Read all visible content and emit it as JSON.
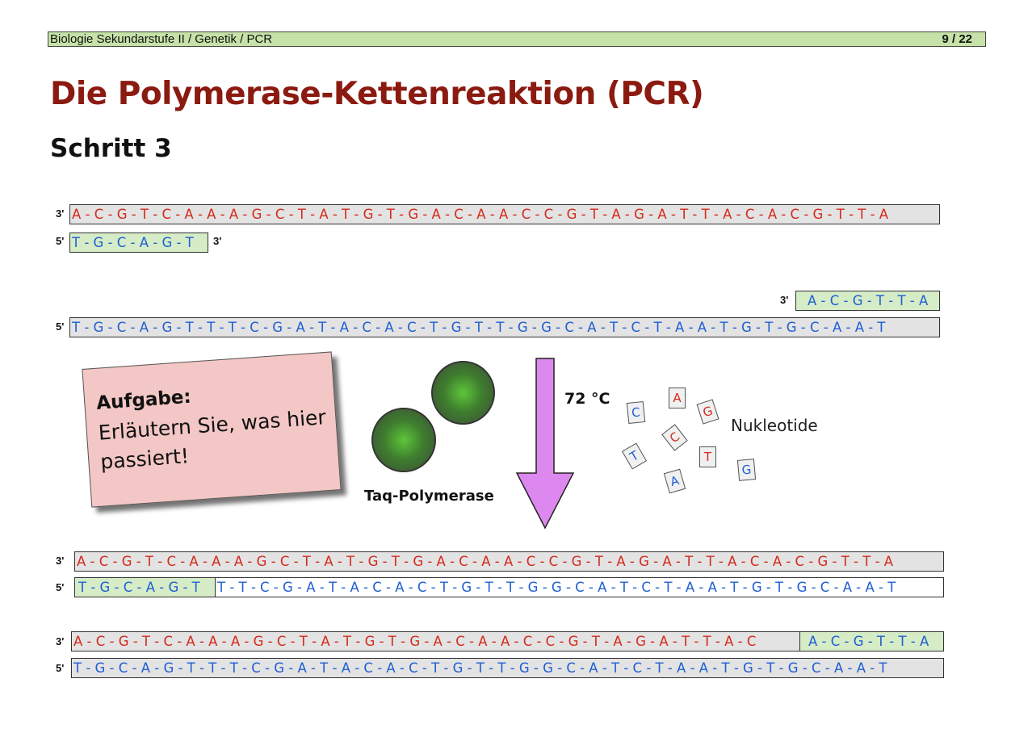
{
  "header": {
    "course": "Biologie Sekundarstufe II / Genetik / PCR",
    "page": "9 / 22"
  },
  "title": "Die Polymerase-Kettenreaktion (PCR)",
  "subtitle": "Schritt 3",
  "ends": {
    "three": "3'",
    "five": "5'"
  },
  "strands": {
    "s1_template": "A - C - G - T - C - A - A - A - G - C - T - A - T - G - T - G - A - C - A - A - C - C - G - T - A - G - A - T - T - A - C - A - C - G - T - T - A",
    "s1_primer": "T - G - C - A - G - T",
    "s2_primer": "A - C - G - T - T - A",
    "s2_template": "T - G - C - A - G - T - T - T - C - G - A - T - A - C - A - C - T - G - T - T - G - G - C - A - T - C - T - A - A - T - G - T - G - C - A - A - T",
    "r1_top": "A - C - G - T - C - A - A - A - G - C - T - A - T - G - T - G - A - C - A - A - C - C - G - T - A - G - A - T - T - A - C - A - C - G - T - T - A",
    "r1_primer": "T - G - C - A - G - T",
    "r1_new": "T - T - C - G - A - T - A - C - A - C - T - G - T - T - G - G - C - A - T - C - T - A - A - T - G - T - G - C - A - A - T",
    "r2_new": "A - C - G - T - C - A - A - A - G - C - T - A - T - G - T - G - A - C - A - A - C - C - G - T - A - G - A - T - T - A - C",
    "r2_primer": "A - C - G - T - T - A",
    "r2_bottom": "T - G - C - A - G - T - T - T - C - G - A - T - A - C - A - C - T - G - T - T - G - G - C - A - T - C - T - A - A - T - G - T - G - C - A - A - T"
  },
  "task": {
    "heading": "Aufgabe:",
    "text": "Erläutern Sie, was hier passiert!"
  },
  "temperature": "72 °C",
  "enzyme_label": "Taq-Polymerase",
  "nucleotides_label": "Nukleotide",
  "nucleotides": [
    "C",
    "A",
    "G",
    "C",
    "T",
    "T",
    "A",
    "G"
  ],
  "colors": {
    "red_base": "#d42a1c",
    "blue_base": "#1f5fd3",
    "arrow": "#dd88ee",
    "header_bg": "#c6e2a8",
    "title": "#8b1a10"
  }
}
